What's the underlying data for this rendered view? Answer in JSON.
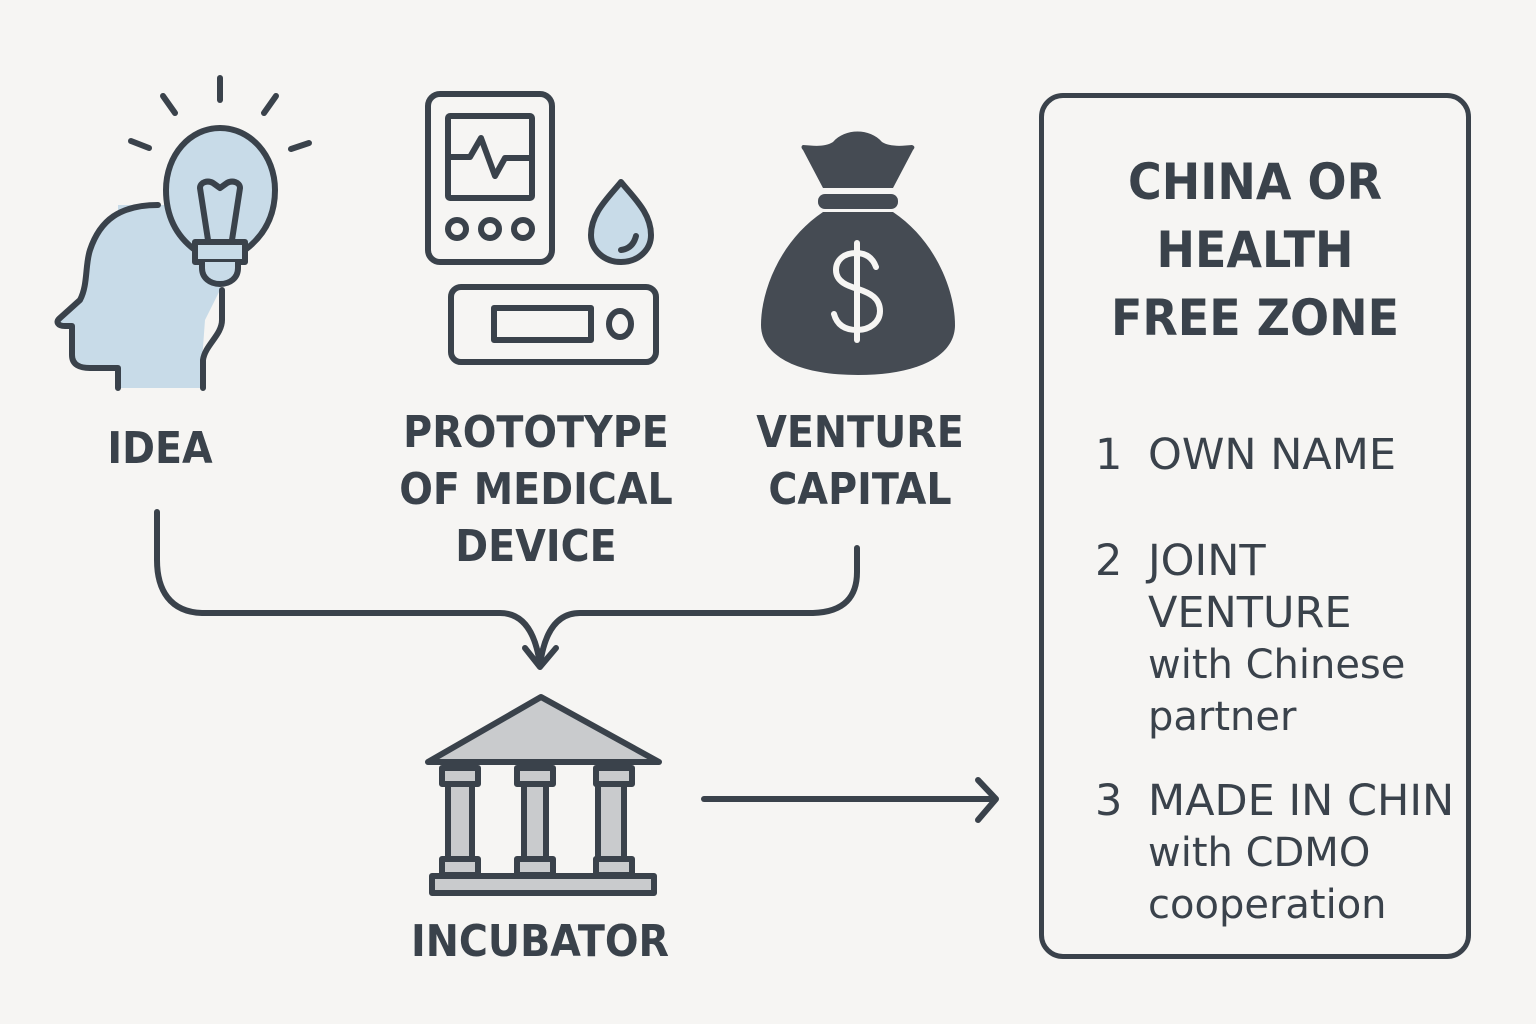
{
  "colors": {
    "background": "#f6f5f3",
    "stroke": "#3a424b",
    "light_blue_fill": "#c8dbe8",
    "grey_fill": "#c9cbcd"
  },
  "nodes": {
    "idea": {
      "label": "IDEA",
      "icon": "head-lightbulb-icon"
    },
    "prototype": {
      "label_lines": [
        "PROTOTYPE",
        "OF MEDICAL",
        "DEVICE"
      ],
      "icon": "medical-device-icon"
    },
    "venture": {
      "label_lines": [
        "VENTURE",
        "CAPITAL"
      ],
      "icon": "money-bag-icon"
    },
    "incubator": {
      "label": "INCUBATOR",
      "icon": "institution-building-icon"
    }
  },
  "zone": {
    "title_lines": [
      "CHINA OR",
      "HEALTH",
      "FREE ZONE"
    ],
    "options": [
      {
        "num": "1",
        "lines": [
          "OWN NAME"
        ]
      },
      {
        "num": "2",
        "lines": [
          "JOINT",
          "VENTURE"
        ],
        "sub_lines": [
          "with Chinese",
          "partner"
        ]
      },
      {
        "num": "3",
        "lines": [
          "MADE IN CHIN"
        ],
        "sub_lines": [
          "with CDMO",
          "cooperation"
        ]
      }
    ]
  }
}
